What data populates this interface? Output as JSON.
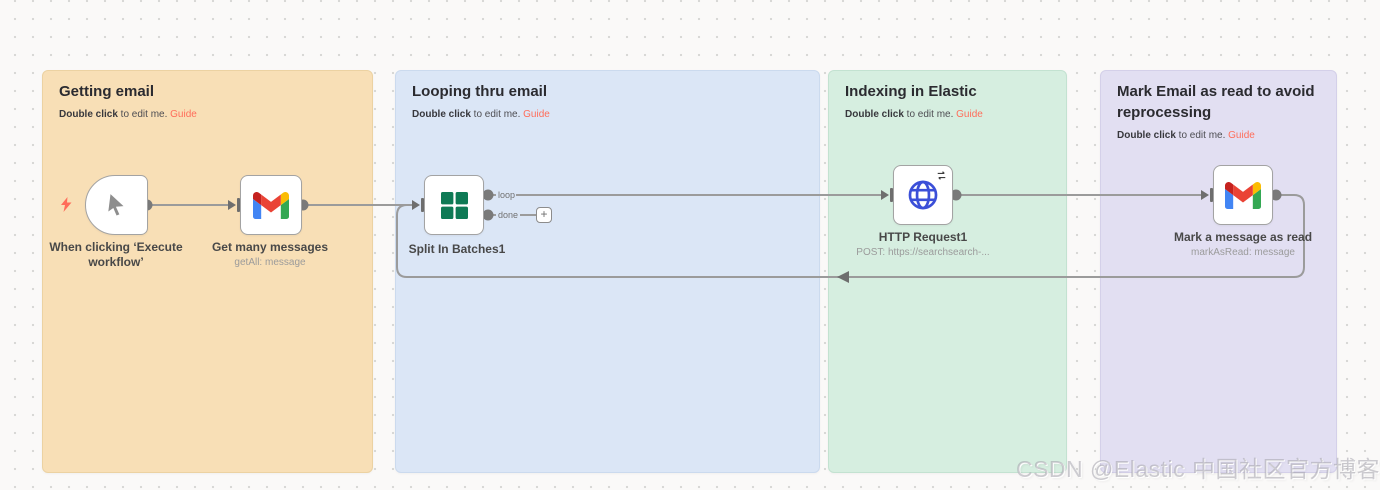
{
  "stickies": [
    {
      "title": "Getting email",
      "body_bold": "Double click",
      "body_rest": " to edit me. ",
      "link": "Guide"
    },
    {
      "title": "Looping thru email",
      "body_bold": "Double click",
      "body_rest": " to edit me. ",
      "link": "Guide"
    },
    {
      "title": "Indexing in Elastic",
      "body_bold": "Double click",
      "body_rest": " to edit me. ",
      "link": "Guide"
    },
    {
      "title": "Mark Email as read to avoid reprocessing",
      "body_bold": "Double click",
      "body_rest": " to edit me. ",
      "link": "Guide"
    }
  ],
  "nodes": [
    {
      "id": "manual-trigger",
      "label": "When clicking ‘Execute workflow’",
      "sublabel": ""
    },
    {
      "id": "gmail-get",
      "label": "Get many messages",
      "sublabel": "getAll: message"
    },
    {
      "id": "split-in-batches",
      "label": "Split In Batches1",
      "sublabel": "",
      "outputs": [
        "loop",
        "done"
      ]
    },
    {
      "id": "http-request",
      "label": "HTTP Request1",
      "sublabel": "POST: https://searchsearch-..."
    },
    {
      "id": "gmail-mark-read",
      "label": "Mark a message as read",
      "sublabel": "markAsRead: message"
    }
  ],
  "plus_button": "+",
  "watermark": "CSDN @Elastic 中国社区官方博客",
  "colors": {
    "sticky_orange": "#f8dfb6",
    "sticky_blue": "#dbe6f6",
    "sticky_green": "#d6eee0",
    "sticky_purple": "#e2dff2",
    "guide_link": "#ff6d5a",
    "connection_gray": "#9b9b9b",
    "split_icon_green": "#0e7a55",
    "globe_blue": "#3b4fd8",
    "bolt_red": "#ff6d5a",
    "canvas_bg": "#faf9f8"
  }
}
